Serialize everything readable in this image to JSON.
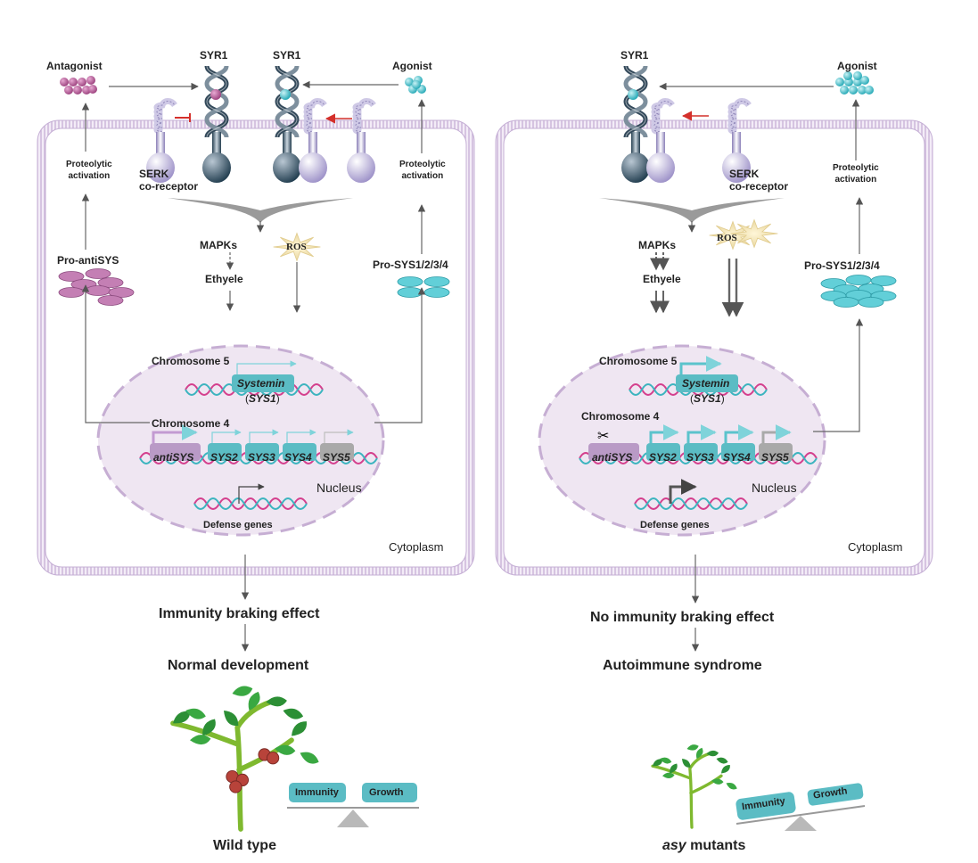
{
  "left": {
    "antagonist": "Antagonist",
    "syr1_a": "SYR1",
    "syr1_b": "SYR1",
    "agonist": "Agonist",
    "proteolytic_left_1": "Proteolytic",
    "proteolytic_left_2": "activation",
    "proteolytic_right_1": "Proteolytic",
    "proteolytic_right_2": "activation",
    "serk_1": "SERK",
    "serk_2": "co-receptor",
    "mapks": "MAPKs",
    "ethylene": "Ethyele",
    "ros": "ROS",
    "pro_antisys": "Pro-antiSYS",
    "pro_sys": "Pro-SYS1/2/3/4",
    "chromosome5": "Chromosome 5",
    "systemin": "Systemin",
    "sys1_open": "(",
    "sys1": "SYS1",
    "sys1_close": ")",
    "chromosome4": "Chromosome 4",
    "antisys": "antiSYS",
    "sys2": "SYS2",
    "sys3": "SYS3",
    "sys4": "SYS4",
    "sys5": "SYS5",
    "nucleus": "Nucleus",
    "defense": "Defense genes",
    "cytoplasm": "Cytoplasm",
    "outcome1": "Immunity braking effect",
    "outcome2": "Normal development",
    "balance_left": "Immunity",
    "balance_right": "Growth",
    "plant_label": "Wild type"
  },
  "right": {
    "syr1": "SYR1",
    "agonist": "Agonist",
    "proteolytic_1": "Proteolytic",
    "proteolytic_2": "activation",
    "serk_1": "SERK",
    "serk_2": "co-receptor",
    "mapks": "MAPKs",
    "ethylene": "Ethyele",
    "ros": "ROS",
    "pro_sys": "Pro-SYS1/2/3/4",
    "chromosome5": "Chromosome 5",
    "systemin": "Systemin",
    "sys1_open": "(",
    "sys1": "SYS1",
    "sys1_close": ")",
    "chromosome4": "Chromosome 4",
    "antisys": "antiSYS",
    "sys2": "SYS2",
    "sys3": "SYS3",
    "sys4": "SYS4",
    "sys5": "SYS5",
    "nucleus": "Nucleus",
    "defense": "Defense genes",
    "cytoplasm": "Cytoplasm",
    "outcome1": "No immunity braking effect",
    "outcome2": "Autoimmune syndrome",
    "balance_left": "Immunity",
    "balance_right": "Growth",
    "plant_label_italic": "asy",
    "plant_label_rest": " mutants"
  },
  "colors": {
    "antagonist": "#b0558f",
    "agonist": "#3cc3cf",
    "membrane": "#c8b4d6",
    "nucleus_fill": "#efe6f2",
    "gene_box": "#5bbcc4",
    "antisys_box": "#b99ac6",
    "sys5_box": "#a9a9a9",
    "inhibit_red": "#d4302b",
    "receptor_dark": "#2c4a5c",
    "coreceptor": "#b6aed6",
    "leaf": "#2f9a3a",
    "fruit": "#b8433a",
    "balance": "#5bbcc4"
  }
}
